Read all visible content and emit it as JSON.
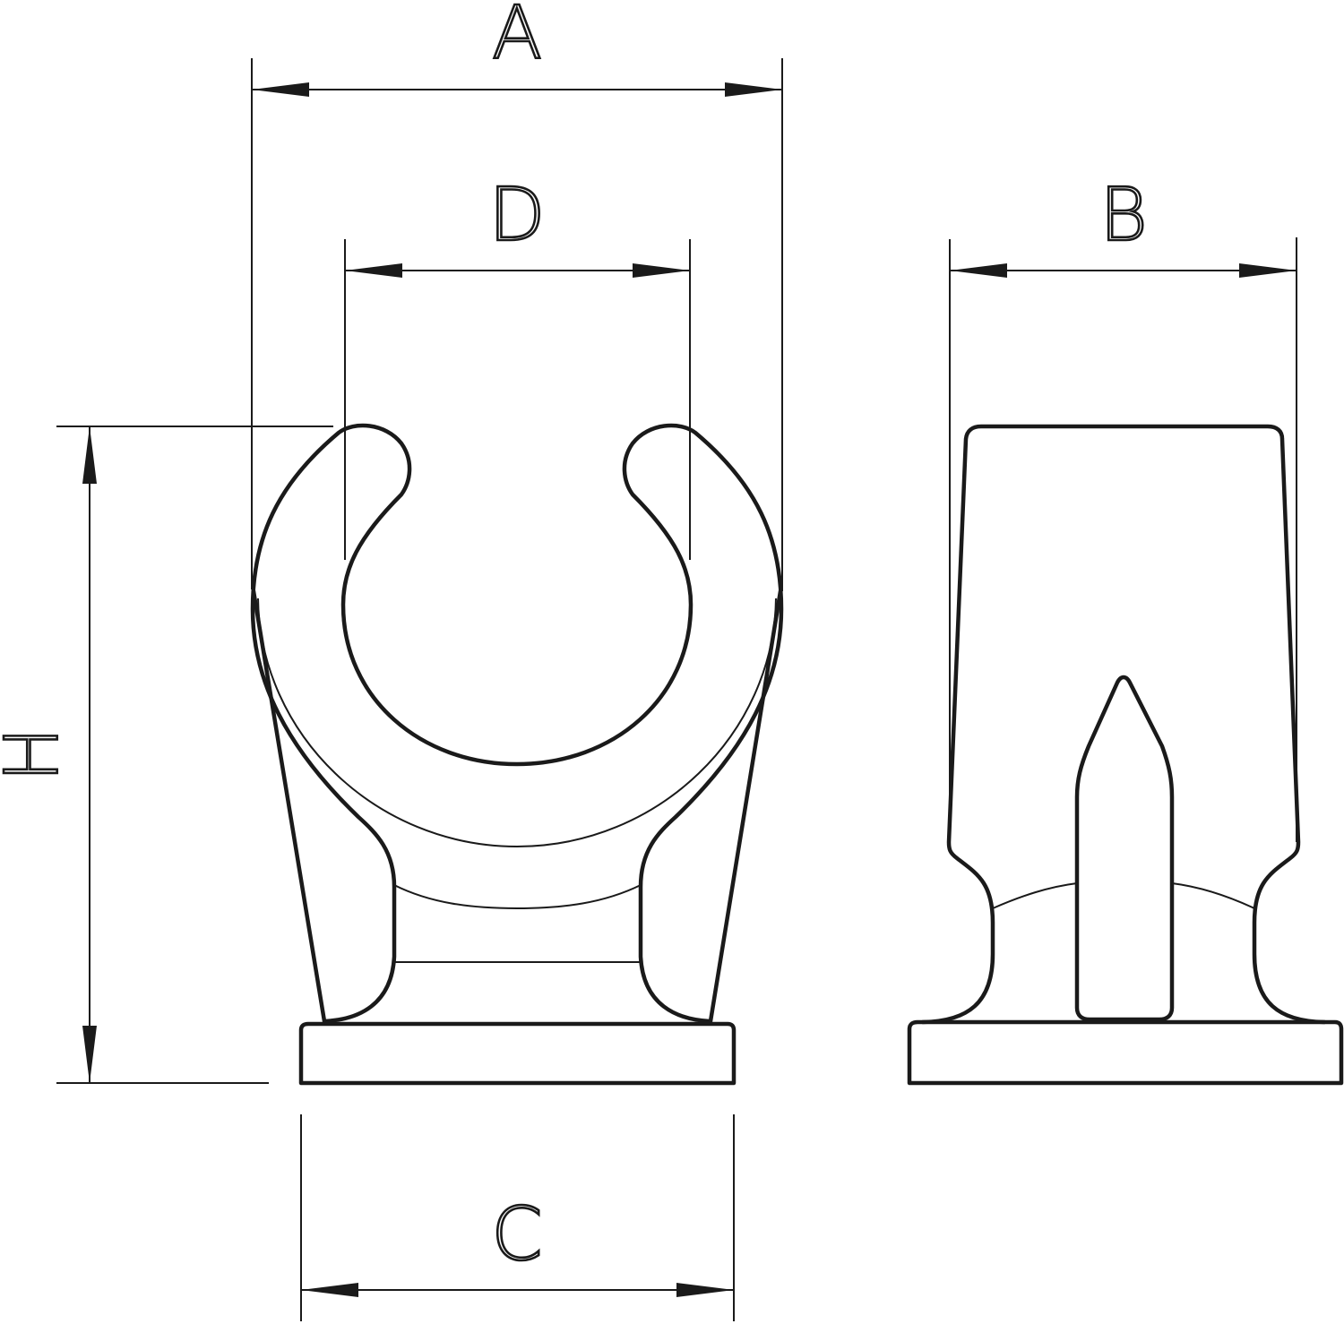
{
  "drawing": {
    "type": "technical-dimension-drawing",
    "subject": "pipe clip",
    "views": [
      {
        "name": "front-view",
        "description": "open C-shaped clip with base plate"
      },
      {
        "name": "side-view",
        "description": "side profile with central pin"
      }
    ],
    "dimensions": {
      "A": {
        "label": "A",
        "meaning": "overall width"
      },
      "B": {
        "label": "B",
        "meaning": "depth"
      },
      "C": {
        "label": "C",
        "meaning": "base width"
      },
      "D": {
        "label": "D",
        "meaning": "inner diameter"
      },
      "H": {
        "label": "H",
        "meaning": "overall height"
      }
    },
    "colors": {
      "line": "#1a1a1a",
      "background": "#ffffff"
    }
  }
}
